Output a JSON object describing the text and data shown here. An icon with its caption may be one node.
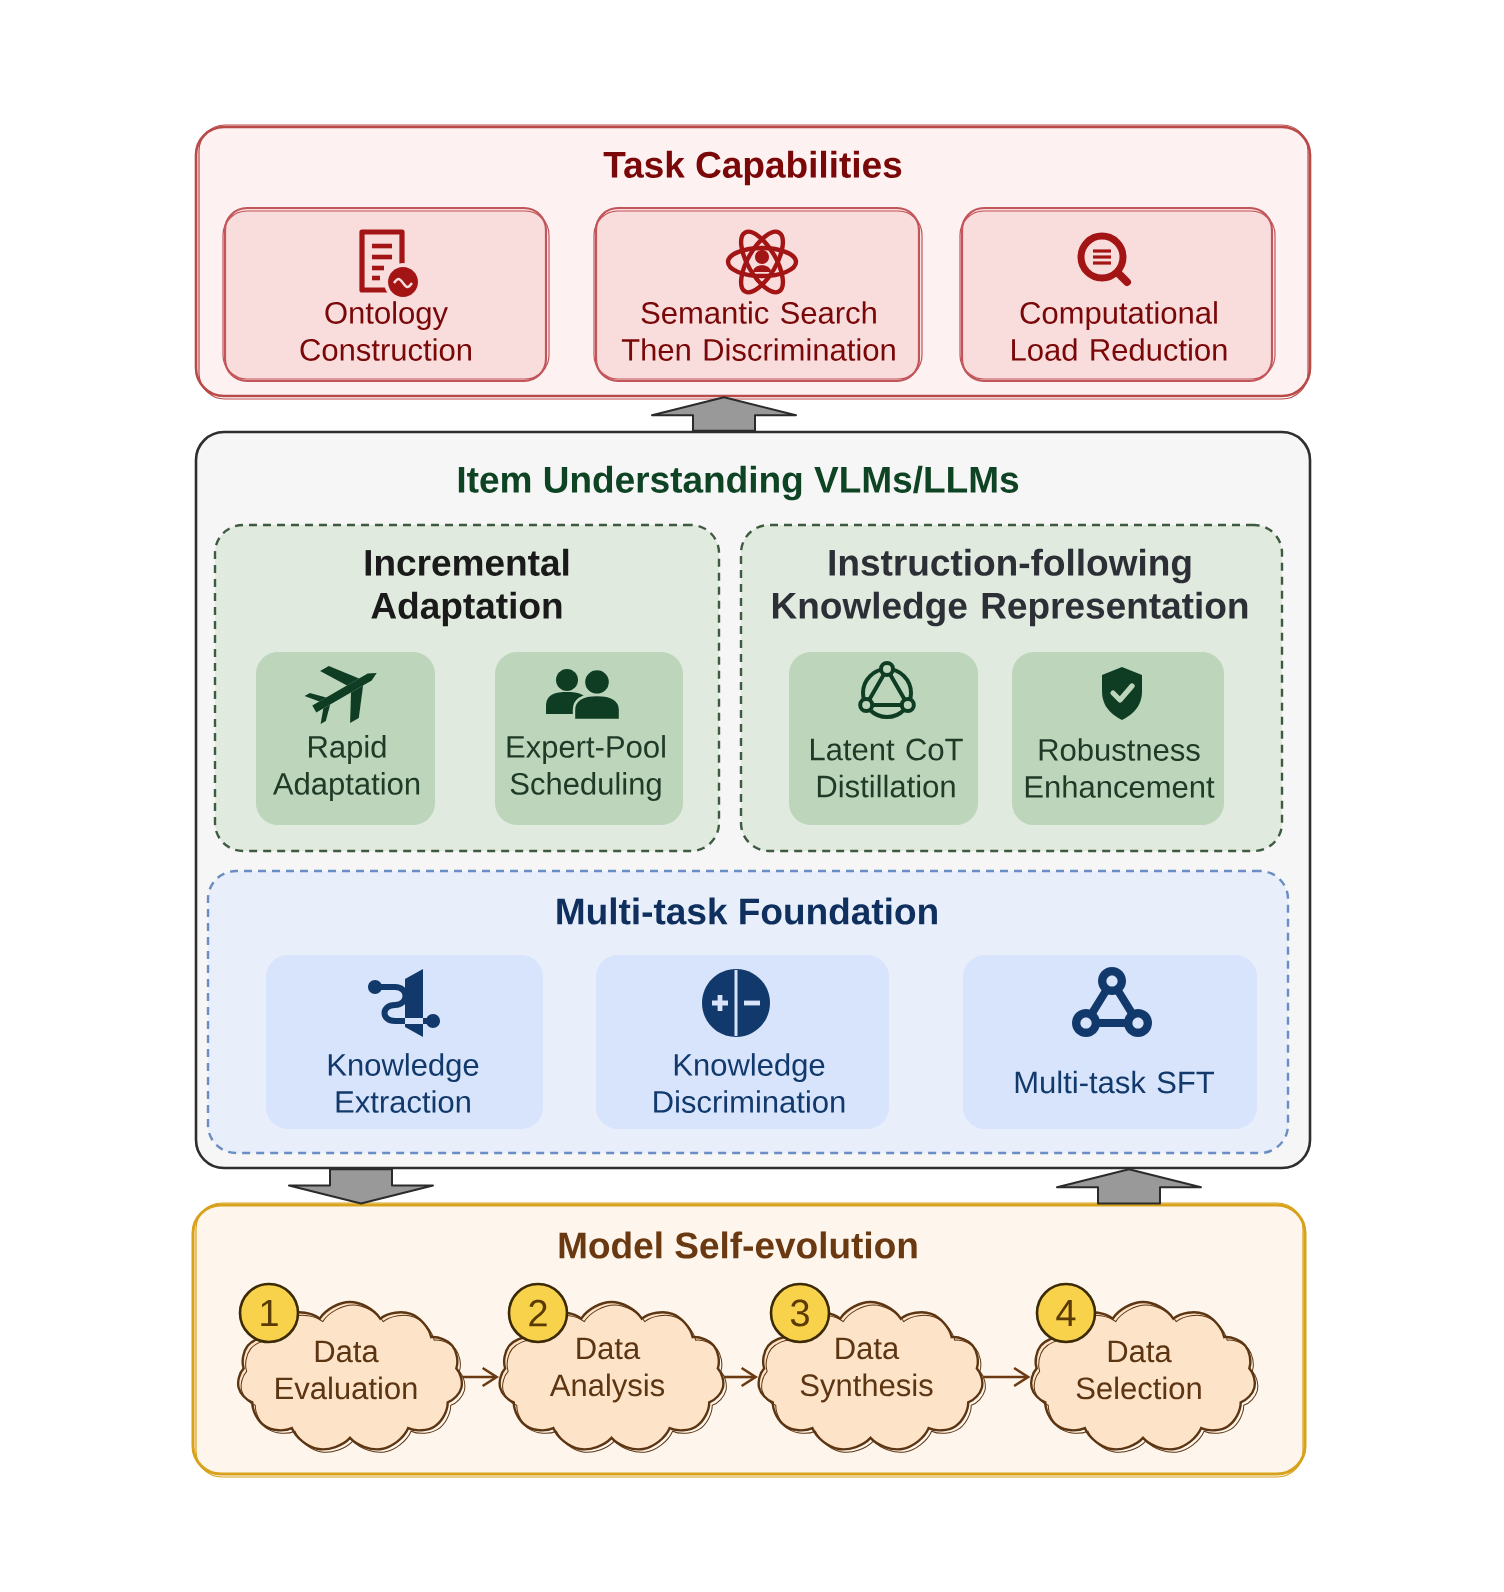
{
  "diagram": {
    "nodes": [
      {
        "text": [
          "Task Capabilities"
        ]
      },
      {
        "text": [
          "Ontology Construction"
        ],
        "in": 0
      },
      {
        "text": [
          "Semantic Search Then Discrimination"
        ],
        "in": 0
      },
      {
        "text": [
          "Computational Load Reduction"
        ],
        "in": 0
      },
      {
        "text": [
          "Item Understanding VLMs/LLMs"
        ]
      },
      {
        "text": [
          "Incremental Adaptation"
        ],
        "in": 4
      },
      {
        "text": [
          "Rapid Adaptation"
        ],
        "in": 5
      },
      {
        "text": [
          "Expert-Pool Scheduling"
        ],
        "in": 5
      },
      {
        "text": [
          "Instruction-following Knowledge Representation"
        ],
        "in": 4
      },
      {
        "text": [
          "Latent CoT Distillation"
        ],
        "in": 8
      },
      {
        "text": [
          "Robustness Enhancement"
        ],
        "in": 8
      },
      {
        "text": [
          "Multi-task Foundation"
        ],
        "in": 4
      },
      {
        "text": [
          "Knowledge Extraction"
        ],
        "in": 11
      },
      {
        "text": [
          "Knowledge Discrimination"
        ],
        "in": 11
      },
      {
        "text": [
          "Multi-task SFT"
        ],
        "in": 11
      },
      {
        "text": [
          "Model Self-evolution"
        ]
      },
      {
        "text": [
          "Data Evaluation"
        ],
        "in": 15
      },
      {
        "text": [
          "1"
        ],
        "in": 15
      },
      {
        "text": [
          "Data Analysis"
        ],
        "in": 15
      },
      {
        "text": [
          "2"
        ],
        "in": 15
      },
      {
        "text": [
          "Data Synthesis"
        ],
        "in": 15
      },
      {
        "text": [
          "3"
        ],
        "in": 15
      },
      {
        "text": [
          "Data Selection"
        ],
        "in": 15
      },
      {
        "text": [
          "4"
        ],
        "in": 15
      }
    ],
    "edges": [
      {
        "from": 4,
        "to": 0,
        "arrow": "to",
        "style": "thick",
        "color": "#999999"
      },
      {
        "from": 4,
        "to": 15,
        "arrow": "to",
        "style": "thick",
        "color": "#999999"
      },
      {
        "from": 15,
        "to": 4,
        "arrow": "to",
        "style": "thick",
        "color": "#999999"
      },
      {
        "from": 16,
        "to": 18,
        "arrow": "to",
        "color": "#6b3a12"
      },
      {
        "from": 18,
        "to": 20,
        "arrow": "to",
        "color": "#6b3a12"
      },
      {
        "from": 20,
        "to": 22,
        "arrow": "to",
        "color": "#6b3a12"
      }
    ]
  }
}
